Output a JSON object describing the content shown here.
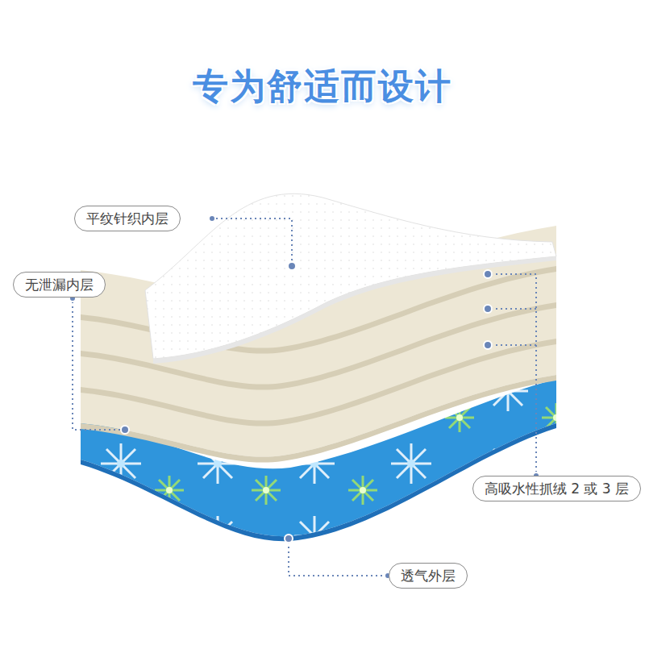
{
  "diagram": {
    "title": "专为舒适而设计",
    "nodes": [
      {
        "text": [
          "平纹针织内层"
        ]
      },
      {
        "text": [
          "无泄漏内层"
        ]
      },
      {
        "text": [
          "高吸水性抓绒 2 或 3 层"
        ]
      },
      {
        "text": [
          "透气外层"
        ]
      }
    ]
  }
}
